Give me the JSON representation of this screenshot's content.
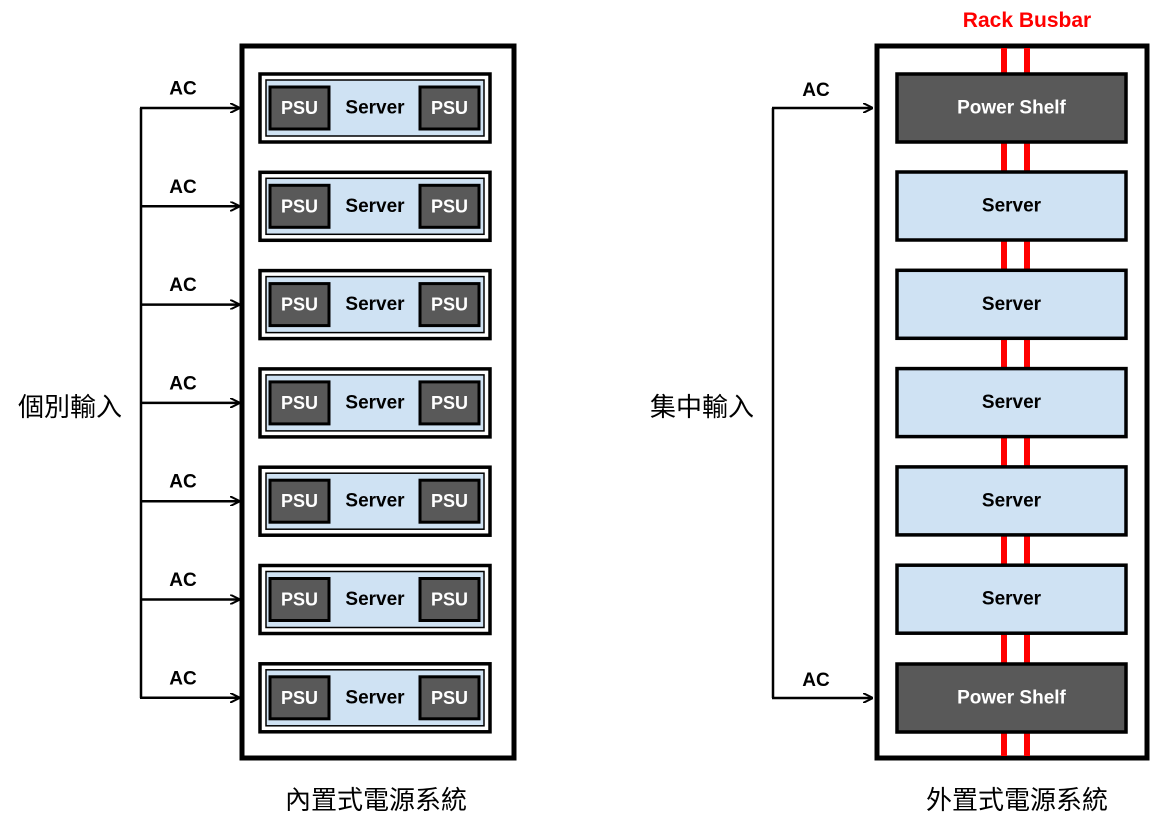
{
  "left_panel": {
    "input_label": "個別輸入",
    "ac_label": "AC",
    "psu_label": "PSU",
    "server_label": "Server",
    "caption": "內置式電源系統",
    "server_count": 7
  },
  "right_panel": {
    "busbar_label": "Rack Busbar",
    "input_label": "集中輸入",
    "ac_label": "AC",
    "power_shelf_label": "Power Shelf",
    "server_label": "Server",
    "caption": "外置式電源系統",
    "server_count": 5
  },
  "colors": {
    "server_fill": "#cfe2f3",
    "psu_fill": "#595959",
    "power_shelf_fill": "#595959",
    "busbar": "#ff0000",
    "busbar_label": "#ff0000",
    "line": "#000000",
    "shelf_text": "#ffffff"
  }
}
